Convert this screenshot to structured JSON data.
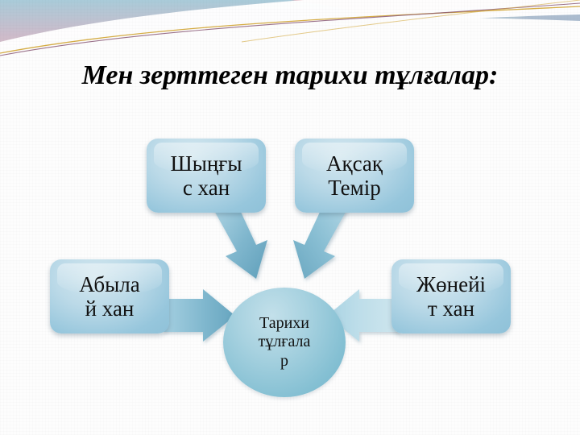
{
  "slide": {
    "title": "Мен зерттеген тарихи\nтұлғалар:",
    "background_color": "#fdfdfd",
    "header_colors": {
      "pink": "#e9b9c2",
      "teal": "#a9cbd9",
      "blue_grey": "#b9c4d6",
      "gold_line": "#d4a93c",
      "purple_line": "#8b5a78",
      "white": "#ffffff"
    },
    "node_colors": {
      "box_fill": "#9cc9dd",
      "box_highlight": "#d3e7ef",
      "circle_fill": "#8ec5d6",
      "arrow_fill": "#7fb6cd",
      "arrow_fill_light": "#bfdde9",
      "text": "#111111"
    }
  },
  "diagram": {
    "name": "radial-relationship-diagram",
    "center": {
      "label": "Тарихи\nтұлғала\nр",
      "full_text": "Тарихи тұлғалар"
    },
    "nodes": [
      {
        "id": "shyngys",
        "label": "Шыңғы\nс хан",
        "full_text": "Шыңғыс хан",
        "position": "top-left"
      },
      {
        "id": "aksak",
        "label": "Ақсақ\nТемір",
        "full_text": "Ақсақ Темір",
        "position": "top-right"
      },
      {
        "id": "abylai",
        "label": "Абыла\nй хан",
        "full_text": "Абылай хан",
        "position": "left"
      },
      {
        "id": "zhoneit",
        "label": "Жөнейі\nт хан",
        "full_text": "Жөнейіт хан",
        "position": "right"
      }
    ],
    "arrows": [
      {
        "id": "arrow-shyngys-to-center",
        "direction": "down-right",
        "from": "shyngys",
        "to": "center"
      },
      {
        "id": "arrow-aksak-to-center",
        "direction": "down-left",
        "from": "aksak",
        "to": "center"
      },
      {
        "id": "arrow-abylai-to-center",
        "direction": "right",
        "from": "abylai",
        "to": "center"
      },
      {
        "id": "arrow-zhoneit-to-center",
        "direction": "left",
        "from": "zhoneit",
        "to": "center"
      }
    ]
  }
}
